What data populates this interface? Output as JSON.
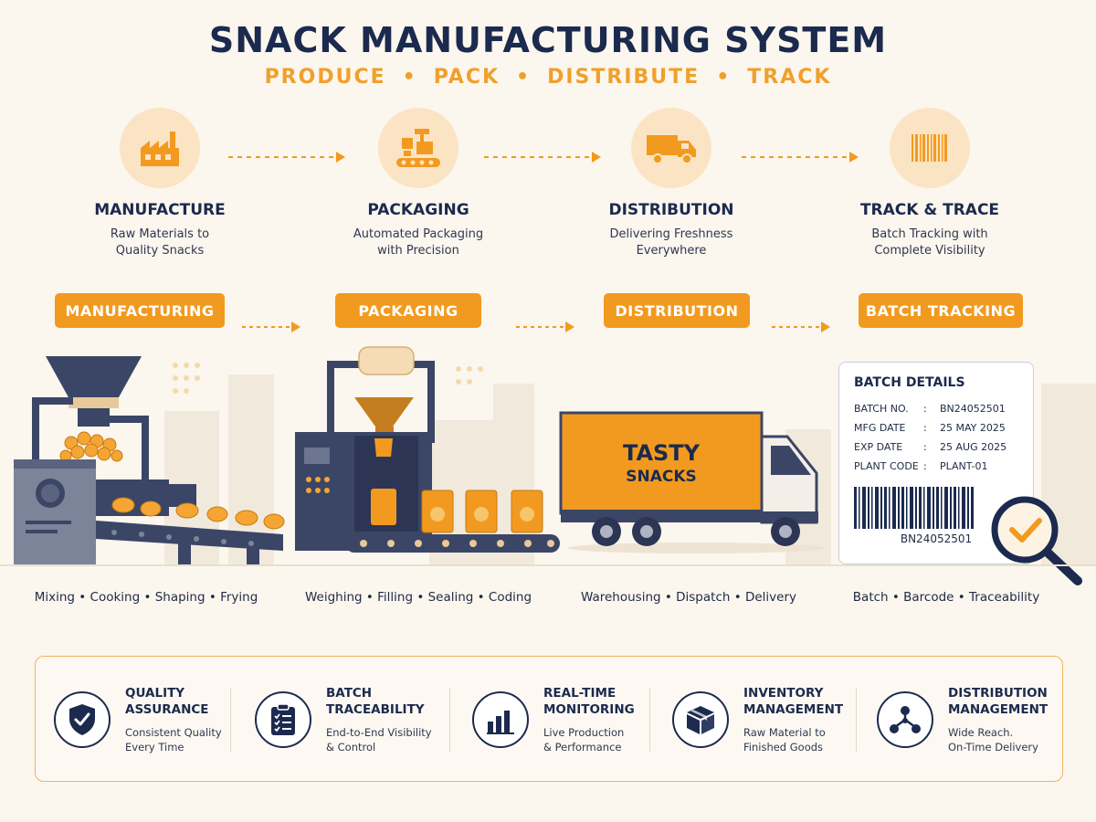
{
  "header": {
    "title": "SNACK MANUFACTURING SYSTEM",
    "subtitle": [
      "PRODUCE",
      "PACK",
      "DISTRIBUTE",
      "TRACK"
    ]
  },
  "stages": [
    {
      "name": "MANUFACTURE",
      "desc1": "Raw Materials to",
      "desc2": "Quality Snacks",
      "icon": "factory-icon"
    },
    {
      "name": "PACKAGING",
      "desc1": "Automated Packaging",
      "desc2": "with Precision",
      "icon": "packaging-machine-icon"
    },
    {
      "name": "DISTRIBUTION",
      "desc1": "Delivering Freshness",
      "desc2": "Everywhere",
      "icon": "truck-icon"
    },
    {
      "name": "TRACK & TRACE",
      "desc1": "Batch Tracking with",
      "desc2": "Complete Visibility",
      "icon": "barcode-icon"
    }
  ],
  "labels": [
    "MANUFACTURING",
    "PACKAGING",
    "DISTRIBUTION",
    "BATCH TRACKING"
  ],
  "truck": {
    "line1": "TASTY",
    "line2": "SNACKS"
  },
  "captions": [
    "Mixing • Cooking • Shaping • Frying",
    "Weighing • Filling • Sealing • Coding",
    "Warehousing • Dispatch • Delivery",
    "Batch • Barcode • Traceability"
  ],
  "batch": {
    "title": "BATCH DETAILS",
    "rows": [
      {
        "k": "BATCH NO.",
        "v": "BN24052501"
      },
      {
        "k": "MFG DATE",
        "v": "25 MAY 2025"
      },
      {
        "k": "EXP DATE",
        "v": "25 AUG 2025"
      },
      {
        "k": "PLANT CODE",
        "v": "PLANT-01"
      }
    ],
    "colon": ":",
    "barcode_text": "BN24052501"
  },
  "features": [
    {
      "h1": "QUALITY",
      "h2": "ASSURANCE",
      "d1": "Consistent Quality",
      "d2": "Every Time",
      "icon": "shield-check-icon"
    },
    {
      "h1": "BATCH",
      "h2": "TRACEABILITY",
      "d1": "End-to-End Visibility",
      "d2": "& Control",
      "icon": "clipboard-checklist-icon"
    },
    {
      "h1": "REAL-TIME",
      "h2": "MONITORING",
      "d1": "Live Production",
      "d2": "& Performance",
      "icon": "bar-chart-icon"
    },
    {
      "h1": "INVENTORY",
      "h2": "MANAGEMENT",
      "d1": "Raw Material to",
      "d2": "Finished Goods",
      "icon": "box-icon"
    },
    {
      "h1": "DISTRIBUTION",
      "h2": "MANAGEMENT",
      "d1": "Wide Reach.",
      "d2": "On-Time Delivery",
      "icon": "network-icon"
    }
  ],
  "colors": {
    "navy": "#1b2a4e",
    "orange": "#f29a1f",
    "peach": "#fbe4c4",
    "background": "#fbf6ee"
  }
}
